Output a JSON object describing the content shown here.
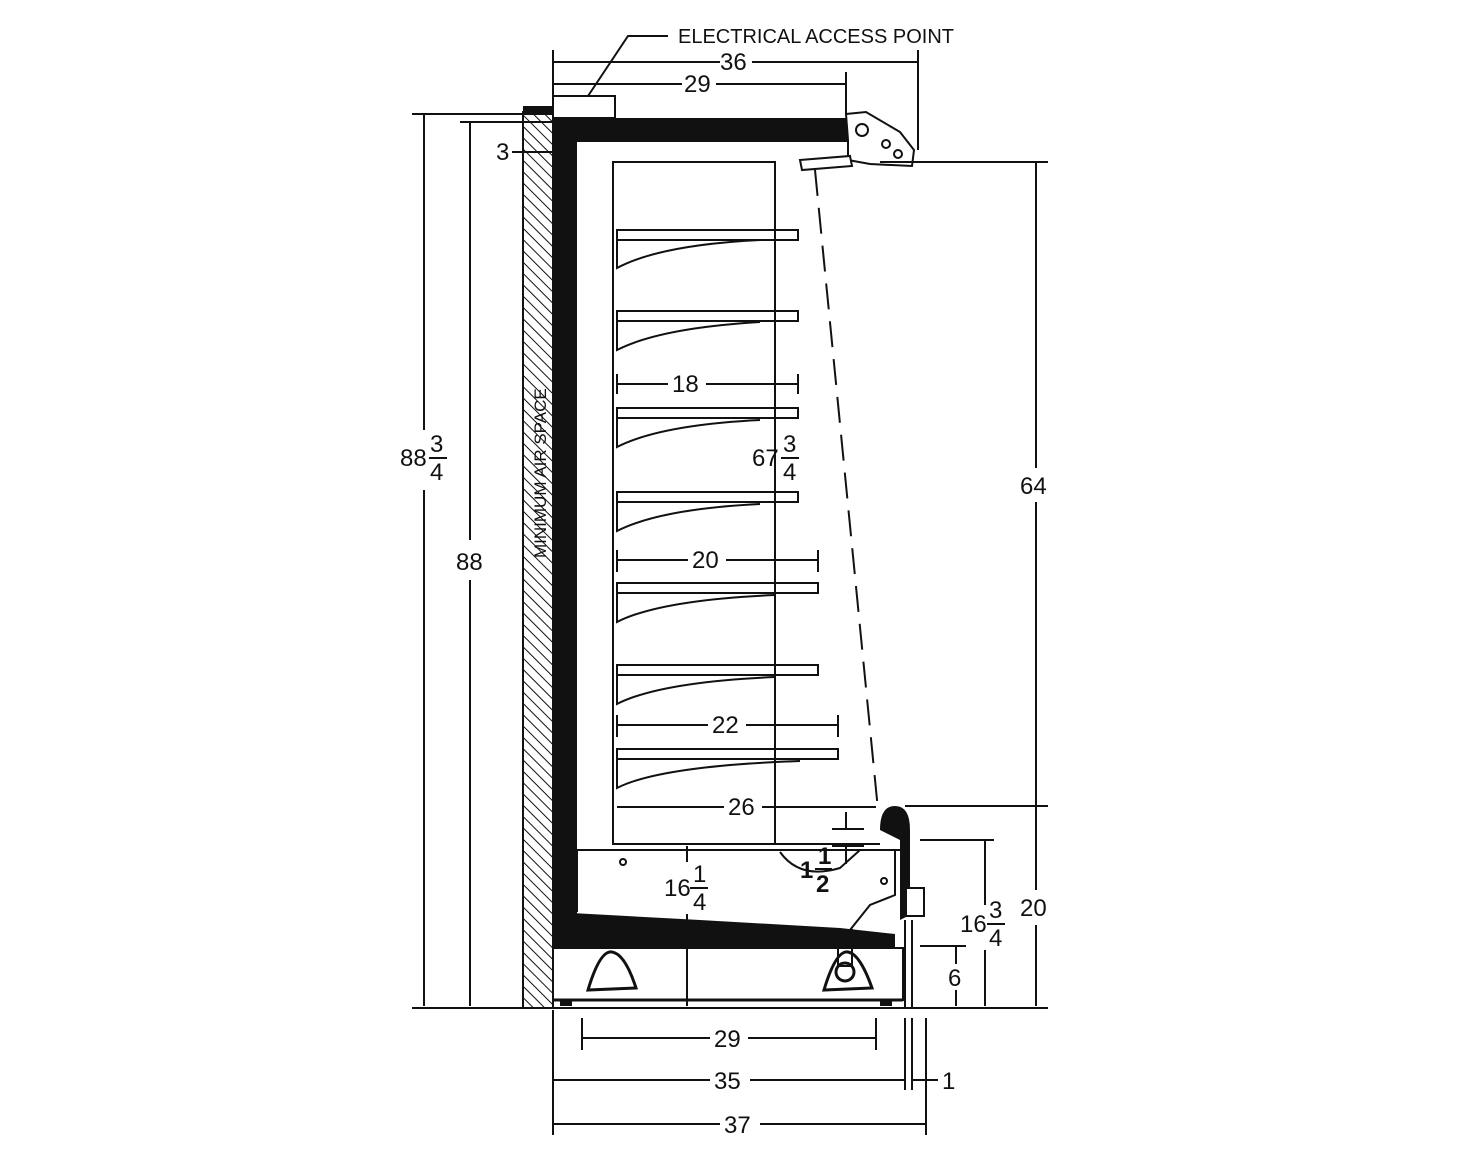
{
  "labels": {
    "electrical_access_point": "ELECTRICAL ACCESS POINT",
    "minimum_air_space": "MINIMUM AIR SPACE"
  },
  "dimensions": {
    "top_width": "36",
    "top_inner": "29",
    "air_gap": "3",
    "overall_height_whole": "88",
    "overall_height_num": "3",
    "overall_height_den": "4",
    "case_height": "88",
    "shelf_1": "18",
    "shelf_2": "20",
    "shelf_3": "22",
    "deck": "26",
    "interior_height_whole": "67",
    "interior_height_num": "3",
    "interior_height_den": "4",
    "opening_height": "64",
    "bumper_height": "20",
    "base_height_whole": "16",
    "base_height_num": "1",
    "base_height_den": "4",
    "front_height_whole": "16",
    "front_height_num": "3",
    "front_height_den": "4",
    "kick_height": "6",
    "deck_lip_whole": "1",
    "deck_lip_num": "1",
    "deck_lip_den": "2",
    "leg_spacing": "29",
    "case_depth": "35",
    "bumper_depth": "1",
    "overall_depth": "37"
  }
}
